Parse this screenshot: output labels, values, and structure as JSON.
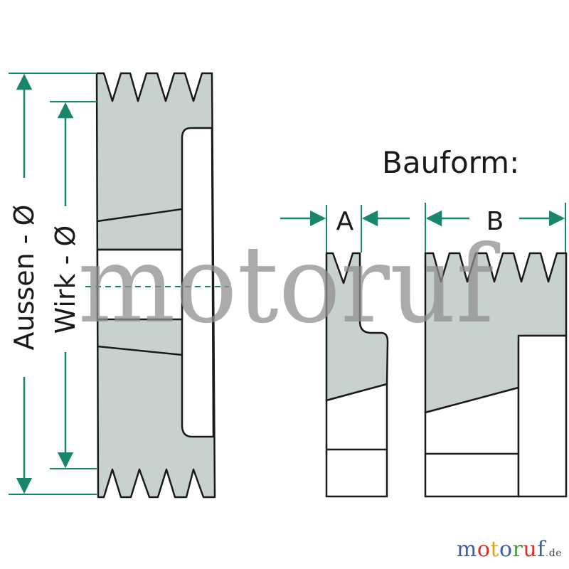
{
  "diagram": {
    "label_aussen": "Aussen - Ø",
    "label_wirk": "Wirk - Ø",
    "heading_bauform": "Bauform:",
    "label_a": "A",
    "label_b": "B"
  },
  "watermark": {
    "text": "motoruf"
  },
  "brand": {
    "letters": [
      "m",
      "o",
      "t",
      "o",
      "r",
      "u",
      "f"
    ],
    "letter_colors": [
      "#3a5fa8",
      "#d2332b",
      "#e8a21a",
      "#3a5fa8",
      "#4a9a3d",
      "#d2332b",
      "#3a5fa8"
    ],
    "dot": ".",
    "tld": "de"
  },
  "colors": {
    "part_fill": "#c7d2cf",
    "outline": "#1a1a1a",
    "dimension": "#17866b"
  }
}
